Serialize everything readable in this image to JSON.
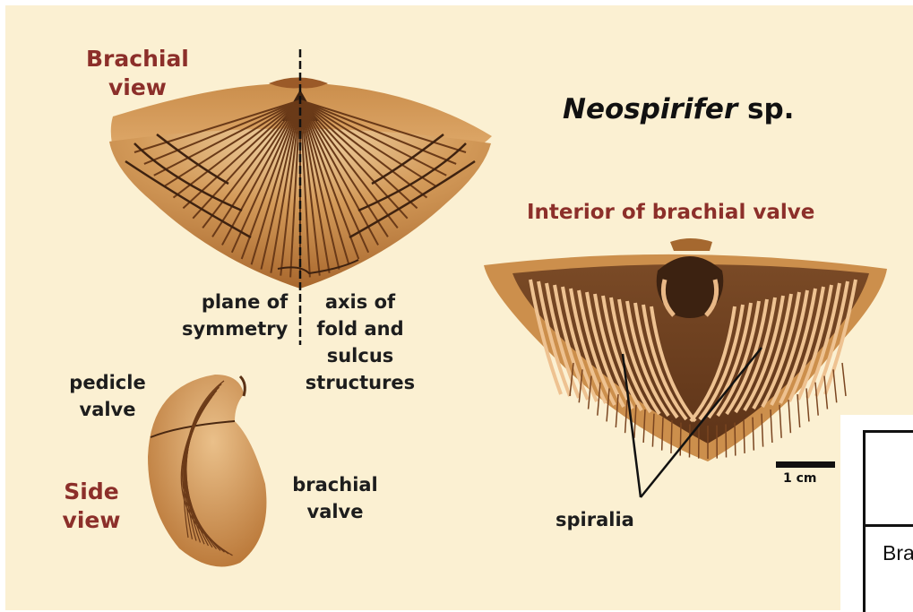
{
  "figure": {
    "title_genus": "Neospirifer",
    "title_suffix": " sp.",
    "brachial_view_line1": "Brachial",
    "brachial_view_line2": "view",
    "interior_label": "Interior of brachial valve",
    "plane_line1": "plane of",
    "plane_line2": "symmetry",
    "axis_line1": "axis of",
    "axis_line2": "fold and",
    "axis_line3": "sulcus",
    "axis_line4": "structures",
    "pedicle_line1": "pedicle",
    "pedicle_line2": "valve",
    "side_line1": "Side",
    "side_line2": "view",
    "brachial_valve_line1": "brachial",
    "brachial_valve_line2": "valve",
    "spiralia": "spiralia",
    "scale_label": "1 cm",
    "cut_text": "Bra"
  },
  "colors": {
    "background": "#fbf0d2",
    "shell_light": "#e0a766",
    "shell_mid": "#b97a3a",
    "shell_dark": "#6e3d1d",
    "label_red": "#8c2f2a"
  }
}
